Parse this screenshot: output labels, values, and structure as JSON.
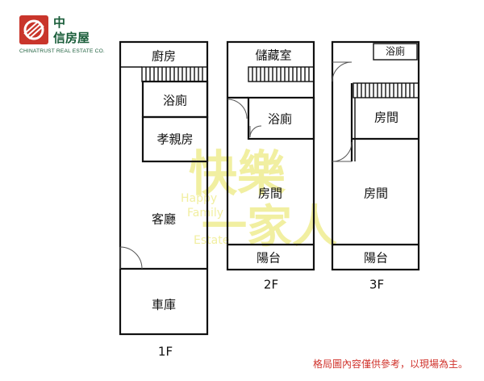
{
  "brand": {
    "line1": "中",
    "line2": "信房屋",
    "subtitle": "CHINATRUST REAL ESTATE CO.",
    "logo_color": "#c9352b",
    "text_color": "#1a5d3a"
  },
  "watermark": {
    "cn_top": "快樂",
    "cn_bottom": "一家人",
    "en": [
      "Happy",
      "Family",
      "Estate"
    ],
    "color": "#e7e255"
  },
  "floors": [
    {
      "label": "1F",
      "rooms": [
        {
          "id": "kitchen",
          "label": "廚房"
        },
        {
          "id": "bathroom",
          "label": "浴廁"
        },
        {
          "id": "elder-room",
          "label": "孝親房"
        },
        {
          "id": "living-room",
          "label": "客廳"
        },
        {
          "id": "garage",
          "label": "車庫"
        }
      ]
    },
    {
      "label": "2F",
      "rooms": [
        {
          "id": "storage",
          "label": "儲藏室"
        },
        {
          "id": "bathroom",
          "label": "浴廁"
        },
        {
          "id": "room",
          "label": "房間"
        },
        {
          "id": "balcony",
          "label": "陽台"
        }
      ]
    },
    {
      "label": "3F",
      "rooms": [
        {
          "id": "bathroom",
          "label": "浴廁"
        },
        {
          "id": "room-1",
          "label": "房間"
        },
        {
          "id": "room-2",
          "label": "房間"
        },
        {
          "id": "balcony",
          "label": "陽台"
        }
      ]
    }
  ],
  "disclaimer": "格局圖內容僅供參考，以現場為主。",
  "disclaimer_color": "#d0322b"
}
